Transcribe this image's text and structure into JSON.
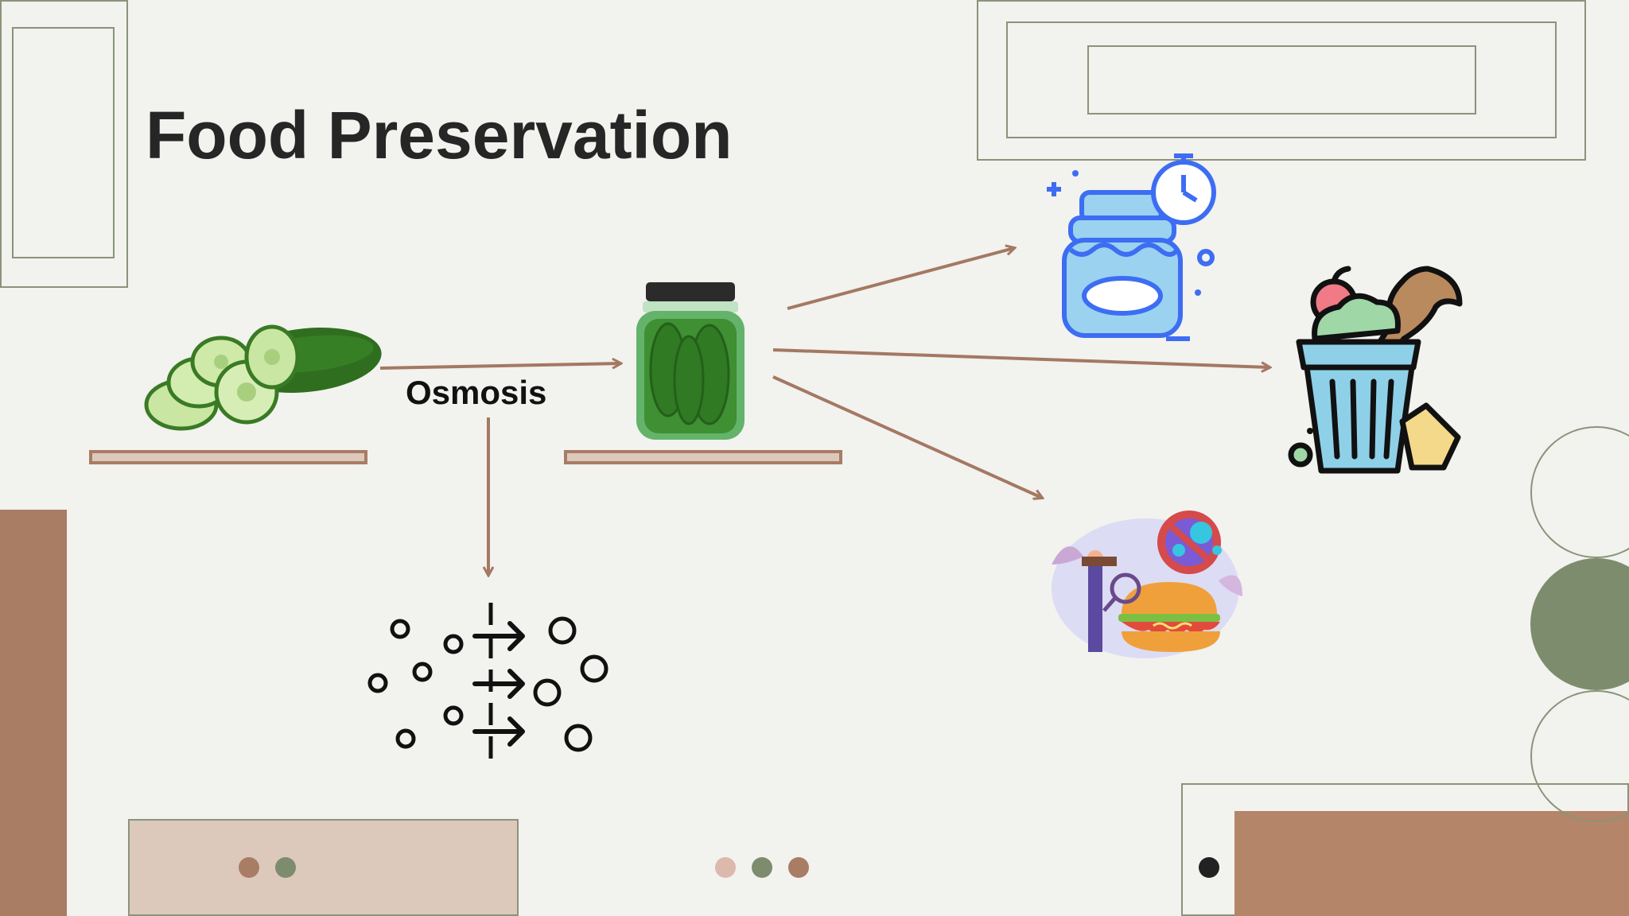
{
  "slide": {
    "title": "Food Preservation",
    "process_label": "Osmosis"
  },
  "colors": {
    "background": "#f2f2ef",
    "arrow": "#a47862",
    "brown": "#a97c64",
    "sage": "#7e8c6e",
    "blush": "#dcc9bc",
    "outline": "#8a9478",
    "icon_blue": "#3d6df2",
    "icon_light_blue": "#9ad2f0"
  },
  "icons": [
    "cucumber-slices-image",
    "pickle-jar-image",
    "osmosis-diffusion-icon",
    "preserve-jar-timer-icon",
    "food-waste-bin-icon",
    "food-safety-illustration"
  ],
  "decor": {
    "dots_left": [
      "#a97c64",
      "#7e8c6e"
    ],
    "dots_center": [
      "#dcb9ac",
      "#7e8c6e",
      "#a97c64"
    ],
    "dot_right": "#222222"
  }
}
